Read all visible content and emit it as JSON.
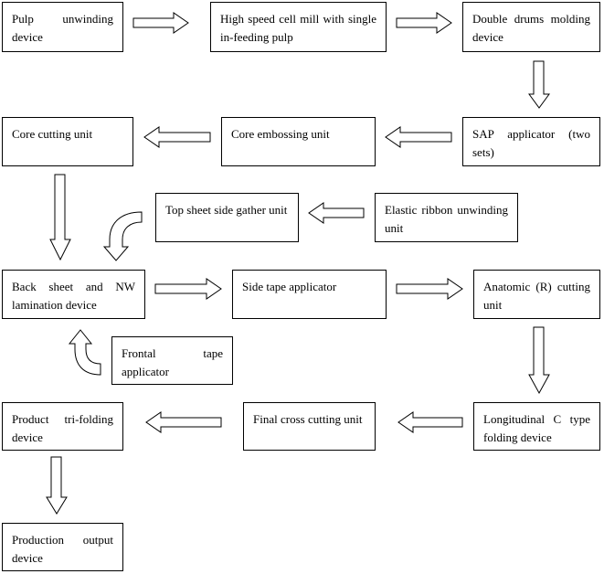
{
  "diagram": {
    "boxes": {
      "pulp_unwinding": "Pulp unwinding device",
      "cell_mill": "High speed cell mill with single in-feeding pulp",
      "double_drums": "Double drums molding device",
      "sap_applicator": "SAP applicator (two sets)",
      "core_embossing": "Core embossing unit",
      "core_cutting": "Core cutting unit",
      "elastic_ribbon": "Elastic ribbon unwinding unit",
      "top_sheet": "Top sheet side gather unit",
      "back_sheet": "Back sheet and NW lamination device",
      "side_tape": "Side tape applicator",
      "anatomic_cutting": "Anatomic (R) cutting unit",
      "frontal_tape": "Frontal tape applicator",
      "longitudinal_folding": "Longitudinal C type folding device",
      "final_cross_cutting": "Final cross cutting unit",
      "tri_folding": "Product tri-folding device",
      "output": "Production output device"
    }
  }
}
